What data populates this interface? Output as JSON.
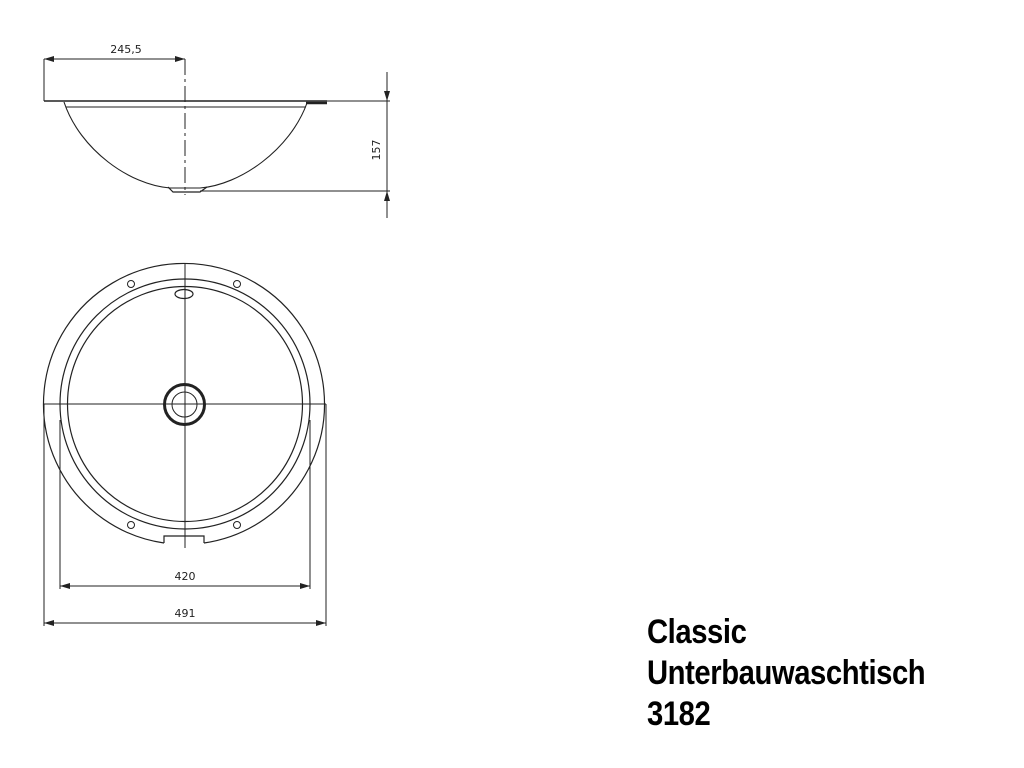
{
  "drawing": {
    "side_view": {
      "dimension_width_half": "245,5",
      "dimension_height": "157"
    },
    "plan_view": {
      "dimension_inner": "420",
      "dimension_outer": "491"
    }
  },
  "title_block": {
    "line1": "Classic",
    "line2": "Unterbauwaschtisch",
    "line3": "3182"
  },
  "colors": {
    "line": "#222222",
    "background": "#ffffff"
  }
}
